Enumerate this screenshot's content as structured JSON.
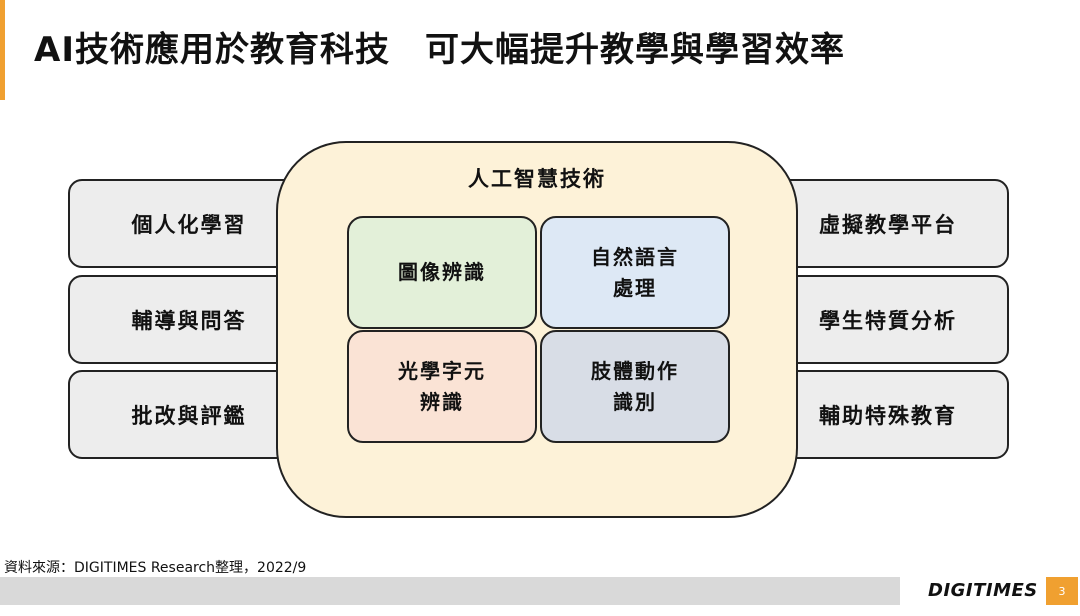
{
  "title": "AI技術應用於教育科技　可大幅提升教學與學習效率",
  "left_items": [
    "個人化學習",
    "輔導與問答",
    "批改與評鑑"
  ],
  "right_items": [
    "虛擬教學平台",
    "學生特質分析",
    "輔助特殊教育"
  ],
  "core": {
    "title": "人工智慧技術",
    "techs": [
      {
        "label": "圖像辨識",
        "color": "#e3f0d9"
      },
      {
        "label": "自然語言\n處理",
        "color": "#dde8f5"
      },
      {
        "label": "光學字元\n辨識",
        "color": "#fae3d5"
      },
      {
        "label": "肢體動作\n識別",
        "color": "#d8dde6"
      }
    ]
  },
  "footer": {
    "source": "資料來源：DIGITIMES Research整理，2022/9",
    "logo": "DIGITIMES",
    "page_number": "3"
  },
  "colors": {
    "accent": "#f0a030",
    "side_box": "#ededed",
    "core_bg": "#fdf2d8",
    "footer_bar": "#d9d9d9"
  }
}
